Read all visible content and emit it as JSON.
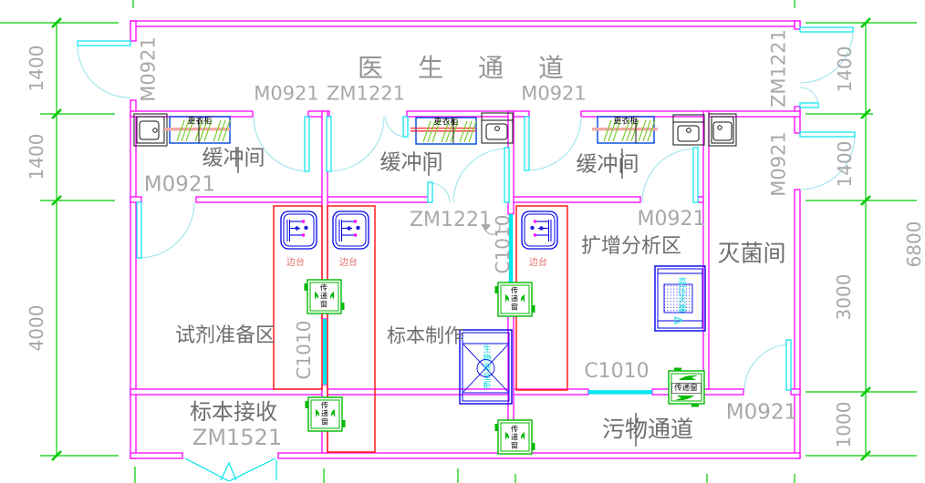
{
  "rooms": {
    "doctor_corridor": "医生通道",
    "buffer1": "缓冲间",
    "buffer2": "缓冲间",
    "buffer3": "缓冲间",
    "reagent_prep": "试剂准备区",
    "specimen_making": "标本制作",
    "amplification": "扩增分析区",
    "sterilization": "灭菌间",
    "specimen_receiving": "标本接收",
    "waste_corridor": "污物通道"
  },
  "codes": {
    "left_wall_door": "M0921",
    "buffer1_corridor_door": "M0921",
    "buffer2_corridor_door": "ZM1221",
    "buffer3_corridor_door": "M0921",
    "right_wall_top_door": "ZM1221",
    "right_wall_mid_door": "M0921",
    "reagent_door": "M0921",
    "specimen_door": "ZM1221",
    "amplification_door": "M0921",
    "sterilization_door": "M0921",
    "receiving_door": "ZM1521",
    "window_reagent": "C1010",
    "window_specimen": "C1010",
    "window_waste": "C1010"
  },
  "dimensions": {
    "left": [
      "1400",
      "1400",
      "4000"
    ],
    "right": [
      "1400",
      "1400",
      "3000",
      "1000"
    ],
    "overall": "6800"
  },
  "fixtures": {
    "changing_cabinet": "更衣柜",
    "side_bench": "边台",
    "pass_window": "传递窗",
    "autoclave": "高压灭菌",
    "biosafety_cabinet": "生物安全柜"
  },
  "colors": {
    "wall": "#FF00FF",
    "door": "#00E5EE",
    "dimension": "#00CC00",
    "bench": "#FF1A1A",
    "equipment": "#0000E8",
    "pass_window": "#00B800",
    "label_gray": "#A8A8A8"
  }
}
